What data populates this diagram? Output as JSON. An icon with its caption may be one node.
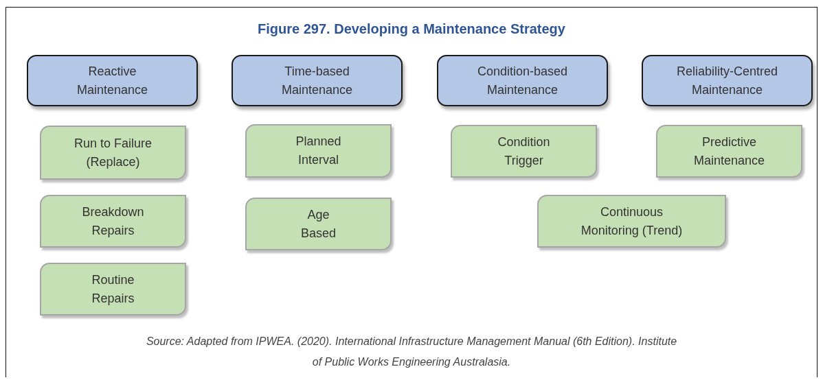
{
  "diagram": {
    "title": "Figure 297. Developing a Maintenance Strategy",
    "caption": "Source: Adapted from IPWEA. (2020). International Infrastructure Management Manual (6th Edition). Institute of Public Works Engineering Australasia.",
    "nodes": [
      {
        "text": [
          "Reactive Maintenance"
        ]
      },
      {
        "text": [
          "Time-based Maintenance"
        ]
      },
      {
        "text": [
          "Condition-based Maintenance"
        ]
      },
      {
        "text": [
          "Reliability-Centred Maintenance"
        ]
      },
      {
        "text": [
          "Run to Failure (Replace)"
        ]
      },
      {
        "text": [
          "Planned Interval"
        ]
      },
      {
        "text": [
          "Condition Trigger"
        ]
      },
      {
        "text": [
          "Predictive Maintenance"
        ]
      },
      {
        "text": [
          "Breakdown Repairs"
        ]
      },
      {
        "text": [
          "Age Based"
        ]
      },
      {
        "text": [
          "Continuous Monitoring (Trend)"
        ]
      },
      {
        "text": [
          "Routine Repairs"
        ]
      }
    ]
  }
}
